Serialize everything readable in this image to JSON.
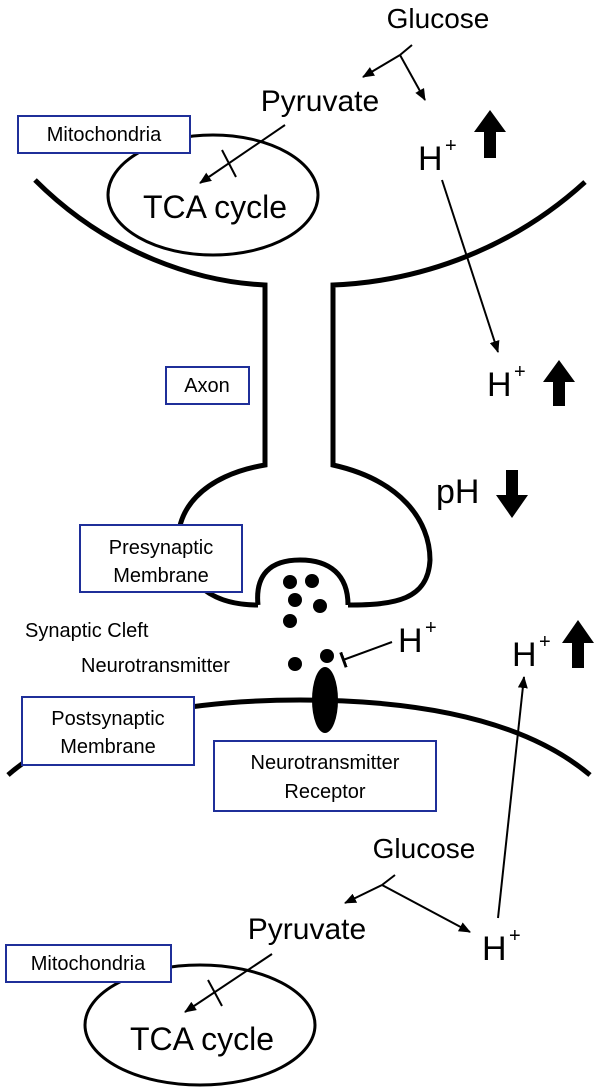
{
  "colors": {
    "box_border": "#1f2f99",
    "ink": "#000000",
    "background": "#ffffff"
  },
  "top": {
    "glucose": "Glucose",
    "pyruvate": "Pyruvate",
    "mitochondria": "Mitochondria",
    "tca_cycle": "TCA cycle",
    "h_intracellular": "H",
    "h_extracellular": "H",
    "plus": "+"
  },
  "axon": "Axon",
  "presynaptic_membrane": [
    "Presynaptic",
    "Membrane"
  ],
  "ph": "pH",
  "synaptic_cleft": "Synaptic Cleft",
  "neurotransmitter": "Neurotransmitter",
  "h_cleft": "H",
  "h_cleft_plus": "+",
  "postsynaptic_membrane": [
    "Postsynaptic",
    "Membrane"
  ],
  "neurotransmitter_receptor": [
    "Neurotransmitter",
    "Receptor"
  ],
  "h_post_extracellular": "H",
  "h_post_plus": "+",
  "bottom": {
    "glucose": "Glucose",
    "pyruvate": "Pyruvate",
    "mitochondria": "Mitochondria",
    "tca_cycle": "TCA cycle",
    "h": "H",
    "plus": "+"
  }
}
